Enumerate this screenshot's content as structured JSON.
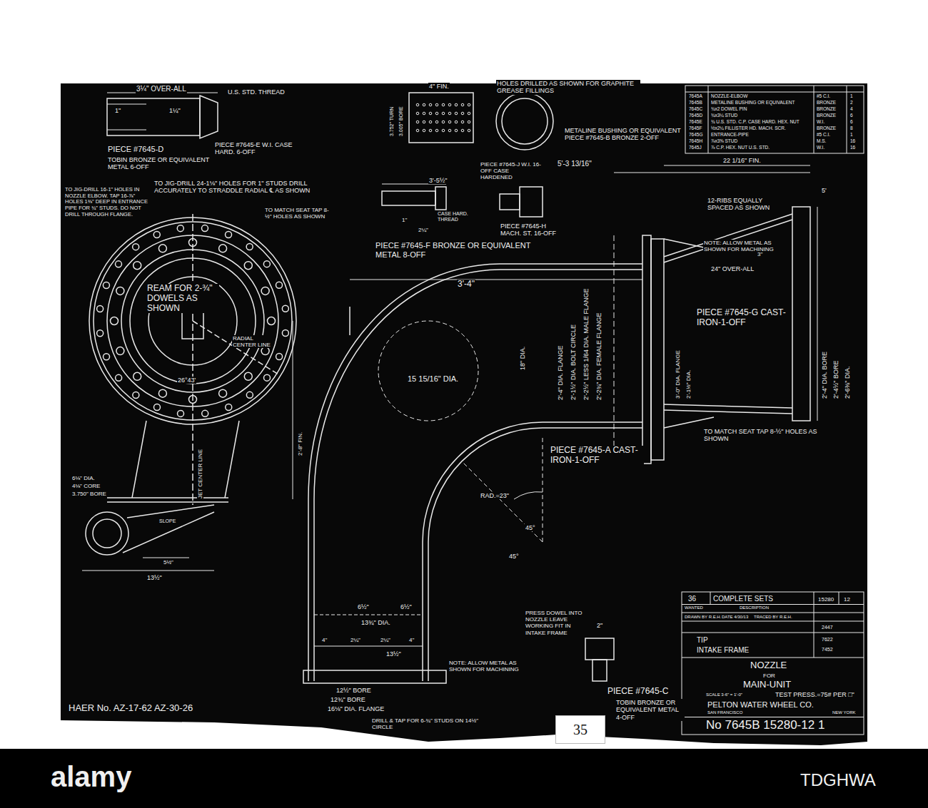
{
  "diagram": {
    "nodes": [
      {
        "text": [
          "35"
        ]
      }
    ],
    "labels": [
      "3¼\" OVER-ALL",
      "1\"",
      "1¼\"",
      "U.S. STD. THREAD",
      "PIECE #7645-D",
      "TOBIN BRONZE OR EQUIVALENT METAL 6-OFF",
      "PIECE #7645-E W.I. CASE HARD. 6-OFF",
      "TO JIG-DRILL 24-1⅛\" HOLES FOR 1\" STUDS DRILL ACCURATELY TO STRADDLE RADIAL ℄ AS SHOWN",
      "TO JIG-DRILL 16-1\" HOLES IN NOZZLE ELBOW. TAP 16-⅞\" HOLES 1⅜\" DEEP IN ENTRANCE PIPE FOR ¾\" STUDS. DO NOT DRILL THROUGH FLANGE.",
      "TO MATCH SEAT TAP 8-½\" HOLES AS SHOWN",
      "REAM FOR 2-¾\" DOWELS AS SHOWN",
      "RADIAL CENTER LINE",
      "26°43'",
      "2'-8\" FIN.",
      "JET CENTER LINE",
      "6⅛\" DIA.",
      "4⅛\" CORE",
      "3.750\" BORE",
      "SLOPE",
      "13½\"",
      "5½\"",
      "HAER No. AZ-17-62 AZ-30-26",
      "4\" FIN.",
      "HOLES DRILLED AS SHOWN FOR GRAPHITE GREASE FILLINGS",
      "METALINE BUSHING OR EQUIVALENT PIECE #7645-B BRONZE 2-OFF",
      "3.752\" TURN",
      "3.005\" BORE",
      "5'-3 13/16\"",
      "22 1/16\" FIN.",
      "3'-5½\"",
      "PIECE #7645-J W.I. 16-OFF CASE HARDENED",
      "CASE HARD. THREAD",
      "1\"",
      "2¼\"",
      "PIECE #7645-H MACH. ST. 16-OFF",
      "PIECE #7645-F BRONZE OR EQUIVALENT METAL 8-OFF",
      "3'-4\"",
      "15 15/16\" DIA.",
      "18\" DIA.",
      "2'-4\" DIA. FLANGE",
      "2'-1½\" DIA. BOLT CIRCLE",
      "2'-2½\" LESS 1/64 DIA. MALE FLANGE",
      "2'-2¾\" DIA. FEMALE FLANGE",
      "12-RIBS EQUALLY SPACED AS SHOWN",
      "NOTE: ALLOW METAL AS SHOWN FOR MACHINING",
      "24\" OVER-ALL",
      "5'",
      "3\"",
      "PIECE #7645-G CAST-IRON-1-OFF",
      "3'-0\" DIA. FLANGE",
      "2'-1½\" DIA.",
      "2'-4\" DIA. BORE",
      "2'-4½\" BORE",
      "2'-6⅜\" DIA.",
      "TO MATCH SEAT TAP 8-½\" HOLES AS SHOWN",
      "PIECE #7645-A CAST-IRON-1-OFF",
      "RAD.=23\"",
      "45°",
      "45°",
      "6½\"",
      "6½\"",
      "13¾\" DIA.",
      "4\"",
      "2¼\"",
      "2¼\"",
      "4\"",
      "13½\"",
      "NOTE: ALLOW METAL AS SHOWN FOR MACHINING",
      "12½\" BORE",
      "12¾\" BORE",
      "16⅛\" DIA. FLANGE",
      "DRILL & TAP FOR 6-¾\" STUDS ON 14½\" CIRCLE",
      "PRESS DOWEL INTO NOZZLE LEAVE WORKING FIT IN INTAKE FRAME",
      "2\"",
      "PIECE #7645-C",
      "TOBIN BRONZE OR EQUIVALENT METAL 4-OFF",
      "36",
      "COMPLETE SETS",
      "15280",
      "12",
      "WANTED",
      "DESCRIPTION",
      "DRAWN BY R.E.H.",
      "DATE 4/30/13",
      "TRACED BY R.E.H.",
      "2447",
      "TIP",
      "INTAKE FRAME",
      "7622",
      "7452",
      "NOZZLE",
      "FOR",
      "MAIN-UNIT",
      "SCALE 3-6\" = 1'-0\"",
      "TEST PRESS.=75# PER □\"",
      "PELTON WATER WHEEL CO.",
      "SAN FRANCISCO",
      "NEW YORK",
      "No 7645B 15280-12 1",
      "7645A",
      "NOZZLE-ELBOW",
      "#5 C.I.",
      "1",
      "7645B",
      "METALINE BUSHING OR EQUIVALENT",
      "BRONZE",
      "2",
      "7645C",
      "¾x2 DOWEL PIN",
      "BRONZE",
      "4",
      "7645D",
      "¾x3¼ STUD",
      "BRONZE",
      "6",
      "7645E",
      "¾ U.S. STD. C.P. CASE HARD. HEX. NUT",
      "W.I.",
      "6",
      "7645F",
      "½x2¼ FILLISTER HD. MACH. SCR.",
      "BRONZE",
      "8",
      "7645G",
      "ENTRANCE-PIPE",
      "#5 C.I.",
      "1",
      "7645H",
      "⅞x3⅝ STUD",
      "M.S.",
      "16",
      "7645J",
      "⅞ C.P. HEX. NUT U.S. STD.",
      "W.I.",
      "16",
      "alamy",
      "TDGHWA"
    ]
  }
}
